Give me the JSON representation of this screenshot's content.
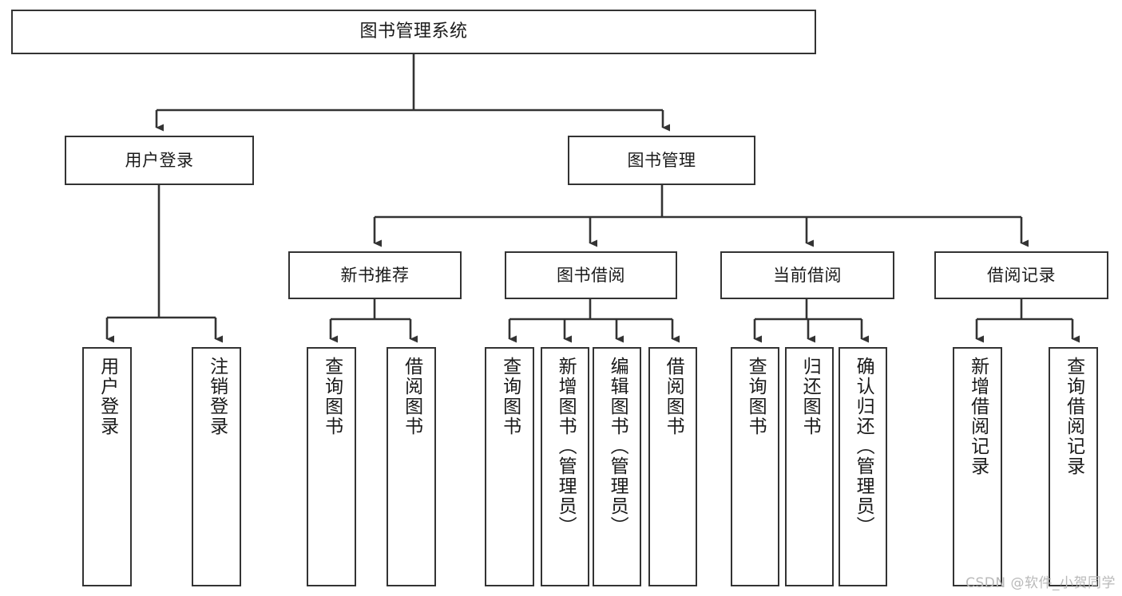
{
  "diagram": {
    "type": "tree-hierarchy",
    "title": "图书管理系统",
    "watermark": "CSDN @软件_小贺同学",
    "colors": {
      "box_border": "#333333",
      "box_fill": "#ffffff",
      "connector": "#333333",
      "text": "#1a1a1a",
      "watermark": "#b9b9b9",
      "background": "#ffffff"
    },
    "levels": {
      "root": {
        "label": "图书管理系统"
      },
      "level2": [
        {
          "label": "用户登录"
        },
        {
          "label": "图书管理"
        }
      ],
      "level3": [
        {
          "label": "新书推荐"
        },
        {
          "label": "图书借阅"
        },
        {
          "label": "当前借阅"
        },
        {
          "label": "借阅记录"
        }
      ],
      "leaves": {
        "user_login": [
          {
            "label": "用户登录"
          },
          {
            "label": "注销登录"
          }
        ],
        "new_book_recommend": [
          {
            "label": "查询图书"
          },
          {
            "label": "借阅图书"
          }
        ],
        "book_borrow": [
          {
            "label": "查询图书"
          },
          {
            "label": "新增图书（管理员）"
          },
          {
            "label": "编辑图书（管理员）"
          },
          {
            "label": "借阅图书"
          }
        ],
        "current_borrow": [
          {
            "label": "查询图书"
          },
          {
            "label": "归还图书"
          },
          {
            "label": "确认归还（管理员）"
          }
        ],
        "borrow_record": [
          {
            "label": "新增借阅记录"
          },
          {
            "label": "查询借阅记录"
          }
        ]
      }
    }
  }
}
